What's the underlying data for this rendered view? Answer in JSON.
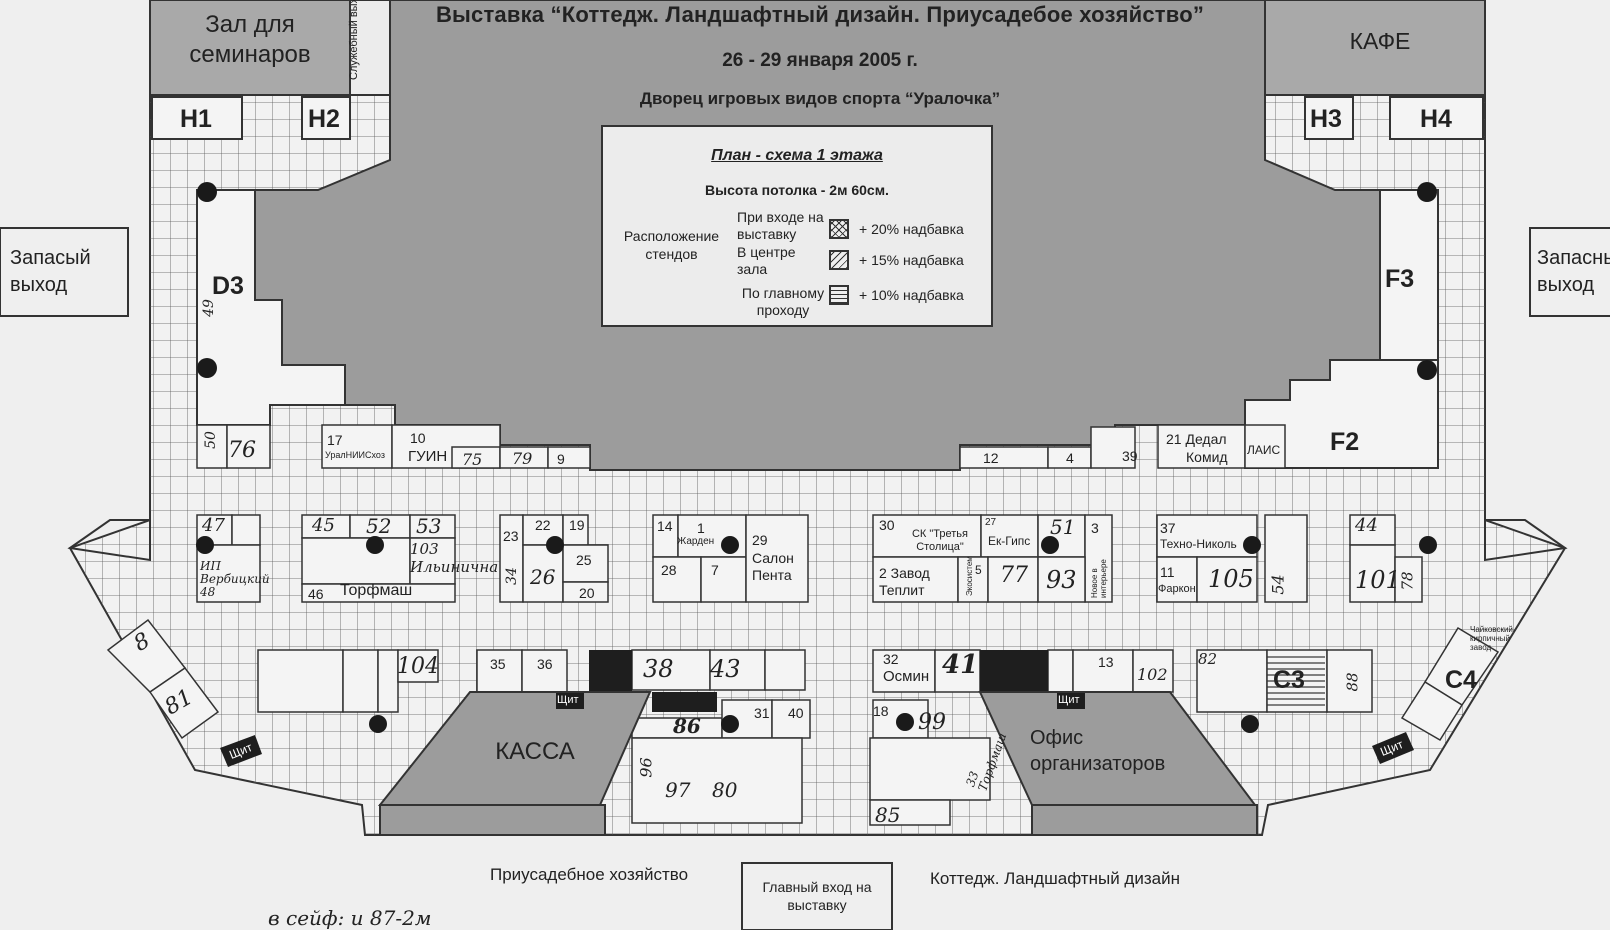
{
  "header": {
    "title": "Выставка “Коттедж. Ландшафтный дизайн. Приусадебое хозяйство”",
    "dates": "26 - 29 января 2005 г.",
    "venue": "Дворец игровых видов спорта “Уралочка”"
  },
  "legend": {
    "title": "План - схема 1 этажа",
    "ceiling": "Высота потолка - 2м 60см.",
    "stands_label": "Расположение стендов",
    "rows": [
      {
        "label": "При входе на выставку",
        "surcharge": "+ 20% надбавка",
        "pattern": "crosshatch"
      },
      {
        "label": "В центре зала",
        "surcharge": "+ 15% надбавка",
        "pattern": "diagonal"
      },
      {
        "label": "По главному проходу",
        "surcharge": "+ 10% надбавка",
        "pattern": "horizontal"
      }
    ]
  },
  "rooms": {
    "seminar_hall": "Зал для семинаров",
    "service_exit": "Служебный выход",
    "cafe": "КАФЕ",
    "emergency_exit_left": "Запасый выход",
    "emergency_exit_right": "Запасный выход",
    "cashier": "КАССА",
    "organizers_office": "Офис организаторов",
    "main_entrance": "Главный вход на выставку",
    "bottom_left_zone": "Приусадебное хозяйство",
    "bottom_right_zone": "Коттедж. Ландшафтный дизайн",
    "panel_label": "Щит"
  },
  "zones": {
    "h1": "Н1",
    "h2": "Н2",
    "h3": "Н3",
    "h4": "Н4",
    "d3": "D3",
    "f3": "F3",
    "f2": "F2",
    "c3": "C3",
    "c4": "C4"
  },
  "stands": {
    "s17": "17",
    "s17_name": "УралНИИСхоз",
    "s10": "10",
    "s10_name": "ГУИН",
    "s9": "9",
    "s12": "12",
    "s4": "4",
    "s39": "39",
    "s21": "21 Дедал",
    "s21_name": "Комид",
    "lais": "ЛАИС",
    "s23": "23",
    "s22": "22",
    "s19": "19",
    "s25": "25",
    "s20": "20",
    "s14": "14",
    "s1": "1",
    "s1_name": "Жарден",
    "s28": "28",
    "s7": "7",
    "s29": "29",
    "s29_name": "Салон Пента",
    "s30": "30",
    "s30_name": "СК \"Третья Столица\"",
    "s27": "27",
    "s27_name": "Ек-Гипс",
    "s3": "3",
    "s3_name": "Новое в интерьере",
    "s2": "2 Завод Теплит",
    "s5": "5",
    "s5_name": "Экосистем",
    "s37": "37",
    "s37_name": "Техно-Николь",
    "s11": "11",
    "s11_name": "Фаркон",
    "s46": "46",
    "s46_name": "Торфмаш",
    "s35": "35",
    "s36": "36",
    "s31": "31",
    "s40": "40",
    "s32": "32",
    "s32_name": "Осмин",
    "s13": "13",
    "s18": "18",
    "chaik": "Чайковский кирпичный завод"
  },
  "handwritten": {
    "h76": "76",
    "h50": "50",
    "h49": "49",
    "h75": "75",
    "h79": "79",
    "h47": "47",
    "h48": "ИП Вербицкий 48",
    "h45": "45",
    "h52": "52",
    "h53": "53",
    "h103": "103 Ильинична",
    "h34": "34",
    "h26": "26",
    "h51": "51",
    "h77": "77",
    "h93": "93",
    "h105": "105",
    "h54": "54",
    "h44": "44",
    "h101": "101",
    "h78": "78",
    "h8": "8",
    "h81": "81",
    "h104": "104",
    "h38": "38",
    "h43": "43",
    "h86": "86",
    "h41": "41",
    "h102": "102",
    "h82": "82",
    "h99": "99",
    "h96": "96",
    "h97": "97",
    "h80": "80",
    "h85": "85",
    "h33": "33 Торфмаш",
    "h88": "88",
    "bottom_note": "в сейф: и 87-2м"
  }
}
